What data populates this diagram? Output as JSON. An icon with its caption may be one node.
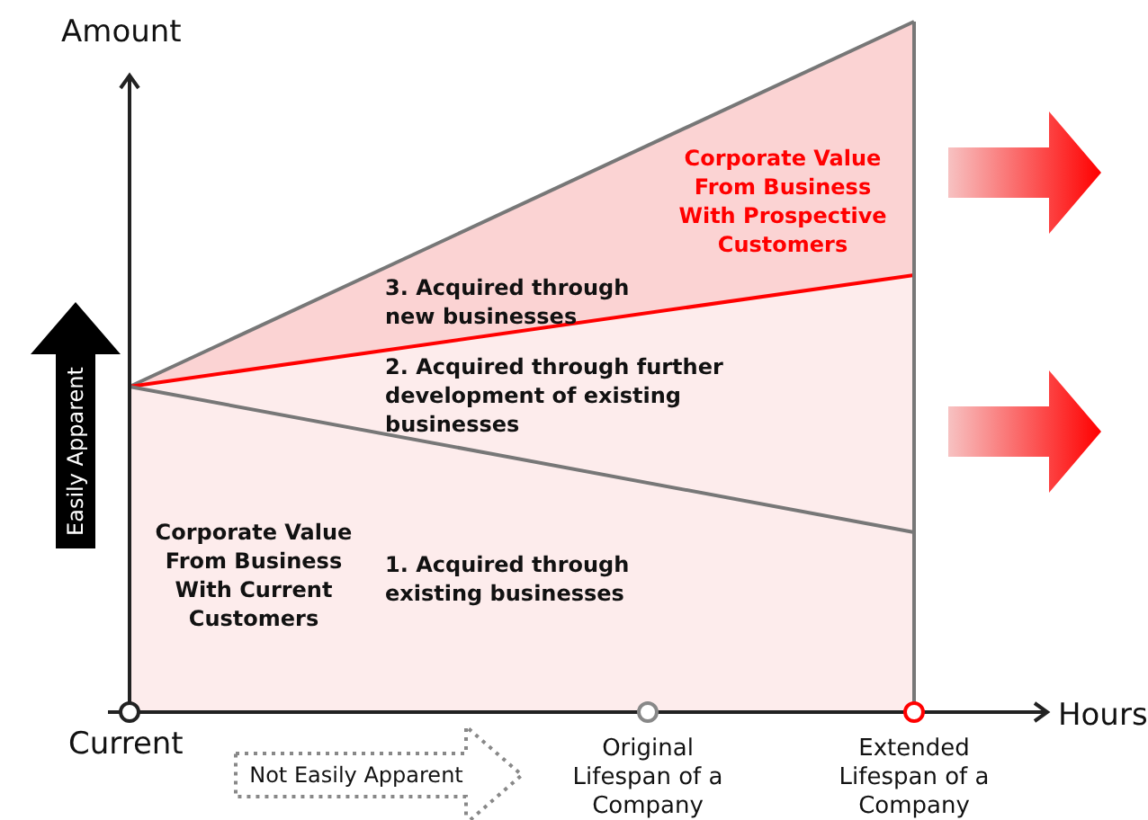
{
  "diagram": {
    "nodes": [
      {
        "text": [
          "Easily Apparent"
        ]
      },
      {
        "text": [
          "Not Easily Apparent"
        ]
      }
    ],
    "labels": [
      "Amount",
      "Corporate Value From Business With Prospective Customers",
      "3. Acquired through new businesses",
      "2. Acquired through further development of existing businesses",
      "Corporate Value From Business With Current Customers",
      "1. Acquired through existing businesses",
      "Hours",
      "Current",
      "Original Lifespan of a Company",
      "Extended Lifespan of a Company"
    ]
  }
}
